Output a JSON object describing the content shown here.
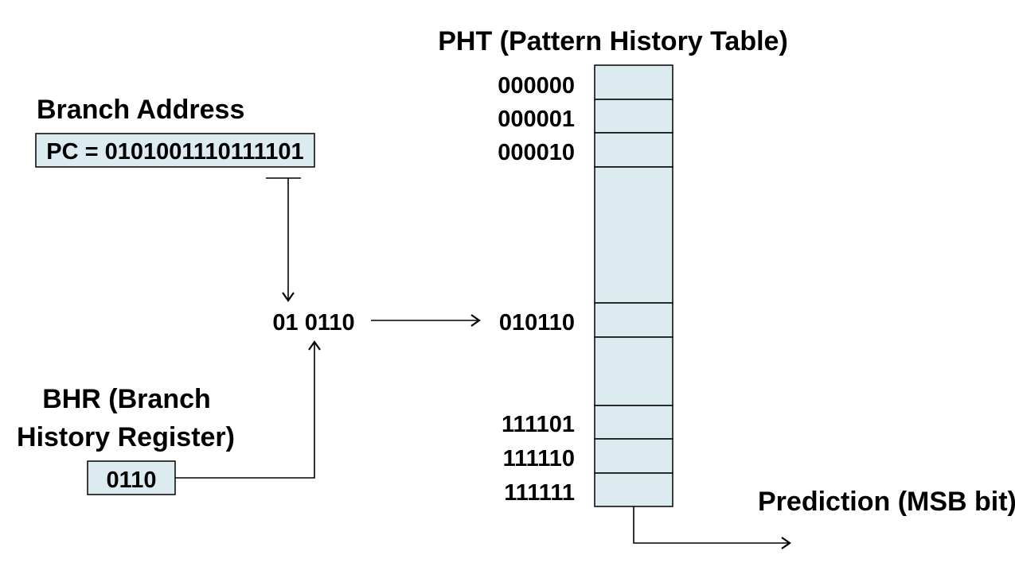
{
  "branch_address": {
    "title": "Branch Address",
    "pc_value": "PC = 0101001110111101"
  },
  "bhr": {
    "title_line1": "BHR (Branch",
    "title_line2": "History Register)",
    "value": "0110"
  },
  "index": {
    "value": "01 0110"
  },
  "pht": {
    "title": "PHT (Pattern History Table)",
    "entries": [
      "000000",
      "000001",
      "000010",
      "010110",
      "111101",
      "111110",
      "111111"
    ]
  },
  "prediction": {
    "label": "Prediction (MSB bit)"
  },
  "colors": {
    "box_fill": "#dcebef",
    "stroke": "#000000"
  }
}
